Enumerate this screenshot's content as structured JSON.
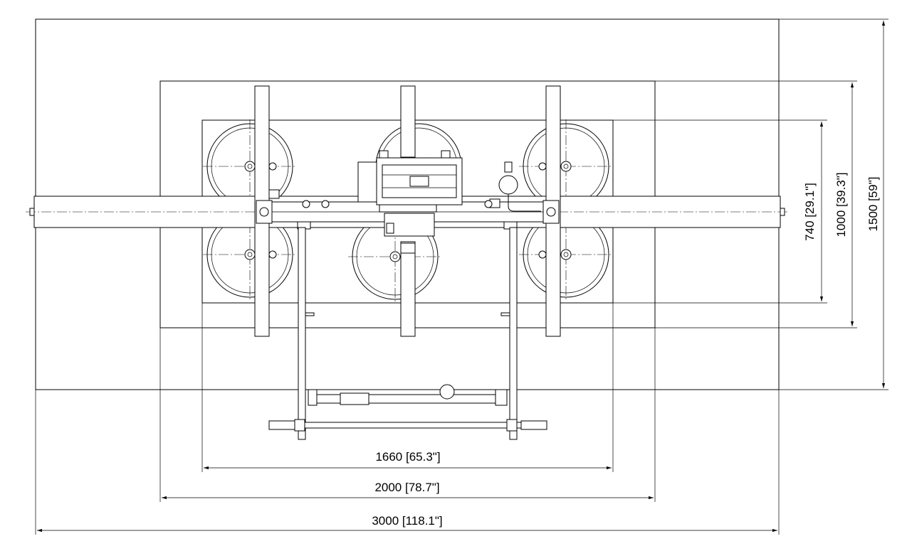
{
  "dimensions": {
    "width_1660": "1660 [65.3\"]",
    "width_2000": "2000 [78.7\"]",
    "width_3000": "3000 [118.1\"]",
    "height_740": "740 [29.1\"]",
    "height_1000": "1000 [39.3\"]",
    "height_1500": "1500 [59\"]"
  }
}
